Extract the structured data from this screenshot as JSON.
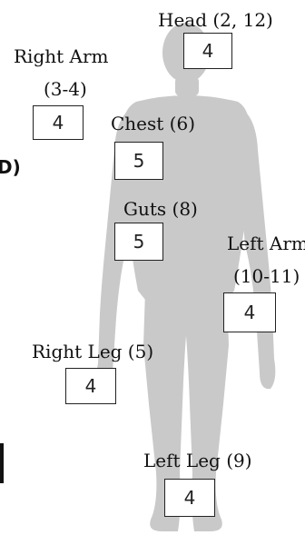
{
  "locations": {
    "head": {
      "label": "Head (2, 12)",
      "armor": "4"
    },
    "right_arm": {
      "label_line1": "Right Arm",
      "label_line2": "(3-4)",
      "armor": "4"
    },
    "chest": {
      "label": "Chest (6)",
      "armor": "5"
    },
    "guts": {
      "label": "Guts (8)",
      "armor": "5"
    },
    "left_arm": {
      "label_line1": "Left Arm",
      "label_line2": "(10-11)",
      "armor": "4"
    },
    "right_leg": {
      "label": "Right Leg (5)",
      "armor": "4"
    },
    "left_leg": {
      "label": "Left Leg (9)",
      "armor": "4"
    }
  },
  "edge_fragments": {
    "left_text": "D)"
  },
  "colors": {
    "silhouette": "#c8c8c8",
    "box_border": "#222222"
  }
}
